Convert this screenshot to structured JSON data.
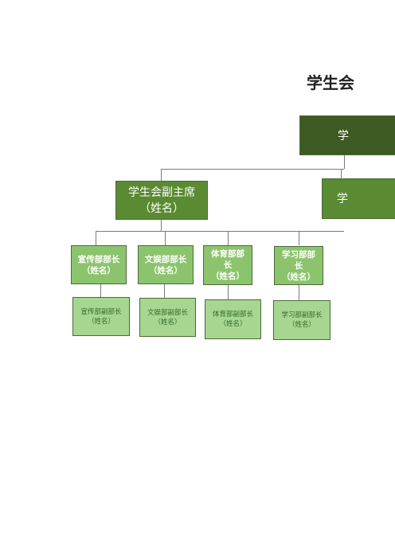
{
  "title": "学生会",
  "top": {
    "label": "学"
  },
  "vice_left": {
    "line1": "学生会副主席",
    "line2": "（姓名）"
  },
  "vice_right": {
    "label": "学"
  },
  "departments": [
    {
      "head_line1": "宣传部部长",
      "head_line2": "",
      "head_line3": "（姓名）",
      "deputy_line1": "宣传部副部长",
      "deputy_line2": "（姓名）"
    },
    {
      "head_line1": "文娱部部长",
      "head_line2": "",
      "head_line3": "（姓名）",
      "deputy_line1": "文娱部副部长",
      "deputy_line2": "（姓名）"
    },
    {
      "head_line1": "体育部部",
      "head_line2": "长",
      "head_line3": "（姓名）",
      "deputy_line1": "体育部副部长",
      "deputy_line2": "（姓名）"
    },
    {
      "head_line1": "学习部部",
      "head_line2": "长",
      "head_line3": "（姓名）",
      "deputy_line1": "学习部副部长",
      "deputy_line2": "（姓名）"
    }
  ],
  "colors": {
    "top": "#3d5a22",
    "vice": "#5a8a32",
    "head": "#8cc46e",
    "deputy": "#a7d690",
    "connector": "#7a7a7a"
  }
}
